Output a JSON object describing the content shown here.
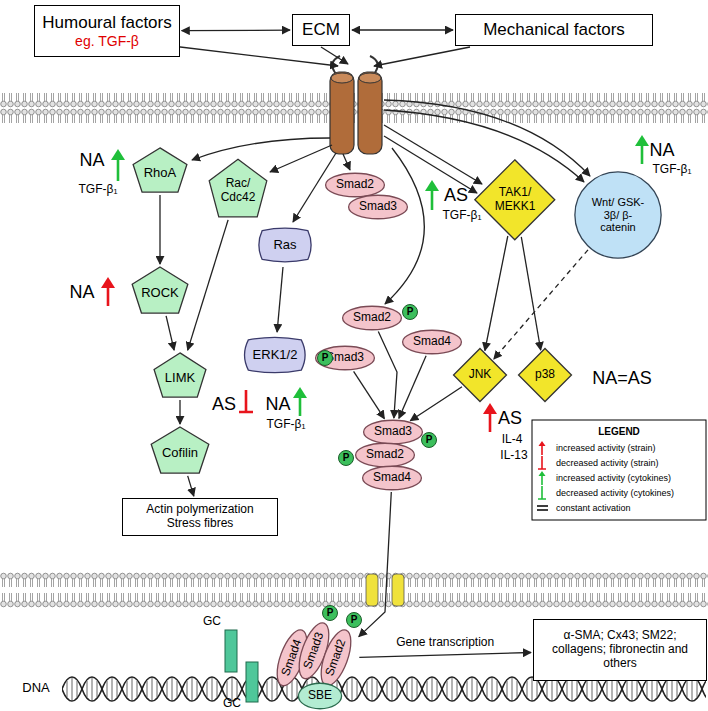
{
  "diagram": {
    "nodes": [
      {
        "text": [
          "Humoural factors",
          "eg. TGF-β"
        ]
      },
      {
        "text": [
          "ECM"
        ]
      },
      {
        "text": [
          "Mechanical factors"
        ]
      },
      {
        "text": [
          "RhoA"
        ]
      },
      {
        "text": [
          "Rac/ Cdc42"
        ]
      },
      {
        "text": [
          "Smad2"
        ]
      },
      {
        "text": [
          "Smad3"
        ]
      },
      {
        "text": [
          "TAK1/ MEKK1"
        ]
      },
      {
        "text": [
          "Wnt/ GSK-3β/ β-catenin"
        ]
      },
      {
        "text": [
          "Ras"
        ]
      },
      {
        "text": [
          "ROCK"
        ]
      },
      {
        "text": [
          "Smad2"
        ]
      },
      {
        "text": [
          "Smad3"
        ]
      },
      {
        "text": [
          "Smad4"
        ]
      },
      {
        "text": [
          "JNK"
        ]
      },
      {
        "text": [
          "p38"
        ]
      },
      {
        "text": [
          "ERK1/2"
        ]
      },
      {
        "text": [
          "LIMK"
        ]
      },
      {
        "text": [
          "Smad3"
        ]
      },
      {
        "text": [
          "Smad2"
        ]
      },
      {
        "text": [
          "Smad4"
        ]
      },
      {
        "text": [
          "Cofilin"
        ]
      },
      {
        "text": [
          "Actin polymerization Stress fibres"
        ]
      },
      {
        "text": [
          "Smad4"
        ]
      },
      {
        "text": [
          "Smad3"
        ]
      },
      {
        "text": [
          "Smad2"
        ]
      },
      {
        "text": [
          "SBE"
        ]
      },
      {
        "text": [
          "α-SMA; Cx43; SM22; collagens; fibronectin and others"
        ]
      }
    ],
    "edges": [
      {
        "from": 0,
        "to": 1,
        "arrow": "both"
      },
      {
        "from": 1,
        "to": 2,
        "arrow": "both"
      },
      {
        "from": 3,
        "to": 10,
        "arrow": "to"
      },
      {
        "from": 10,
        "to": 17,
        "arrow": "to"
      },
      {
        "from": 4,
        "to": 17,
        "arrow": "to"
      },
      {
        "from": 17,
        "to": 21,
        "arrow": "to"
      },
      {
        "from": 21,
        "to": 22,
        "arrow": "to"
      },
      {
        "from": 9,
        "to": 16,
        "arrow": "to"
      },
      {
        "from": 11,
        "to": 18,
        "arrow": "to"
      },
      {
        "from": 12,
        "to": 18,
        "arrow": "to"
      },
      {
        "from": 13,
        "to": 18,
        "arrow": "to"
      },
      {
        "from": 7,
        "to": 14,
        "arrow": "to"
      },
      {
        "from": 7,
        "to": 15,
        "arrow": "to"
      },
      {
        "from": 8,
        "to": 14,
        "arrow": "to"
      },
      {
        "from": 14,
        "to": 18,
        "arrow": "to"
      },
      {
        "from": 20,
        "to": 25,
        "arrow": "to"
      },
      {
        "from": 25,
        "to": 27,
        "arrow": "to",
        "label": "Gene transcription"
      }
    ],
    "labels": [
      "NA",
      "TGF-β₁",
      "NA",
      "AS",
      "TGF-β₁",
      "NA",
      "TGF-β₁",
      "AS",
      "NA",
      "TGF-β₁",
      "AS",
      "IL-4",
      "IL-13",
      "NA=AS",
      "LEGEND",
      "P",
      "P",
      "P",
      "P",
      "P",
      "P",
      "GC",
      "GC",
      "DNA"
    ],
    "legend": [
      {
        "text": "increased activity (strain)"
      },
      {
        "text": "decreased activity (strain)"
      },
      {
        "text": "increased activity (cytokines)"
      },
      {
        "text": "decreased activity (cytokines)"
      },
      {
        "text": "constant activation"
      }
    ]
  }
}
